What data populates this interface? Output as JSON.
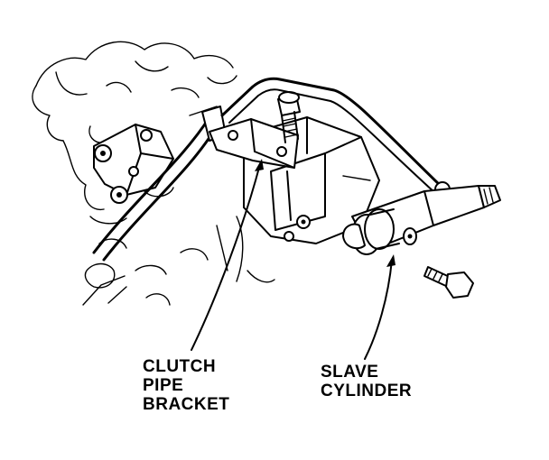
{
  "labels": {
    "clutch_pipe_bracket": [
      "CLUTCH",
      "PIPE",
      "BRACKET"
    ],
    "slave_cylinder": [
      "SLAVE",
      "CYLINDER"
    ]
  }
}
